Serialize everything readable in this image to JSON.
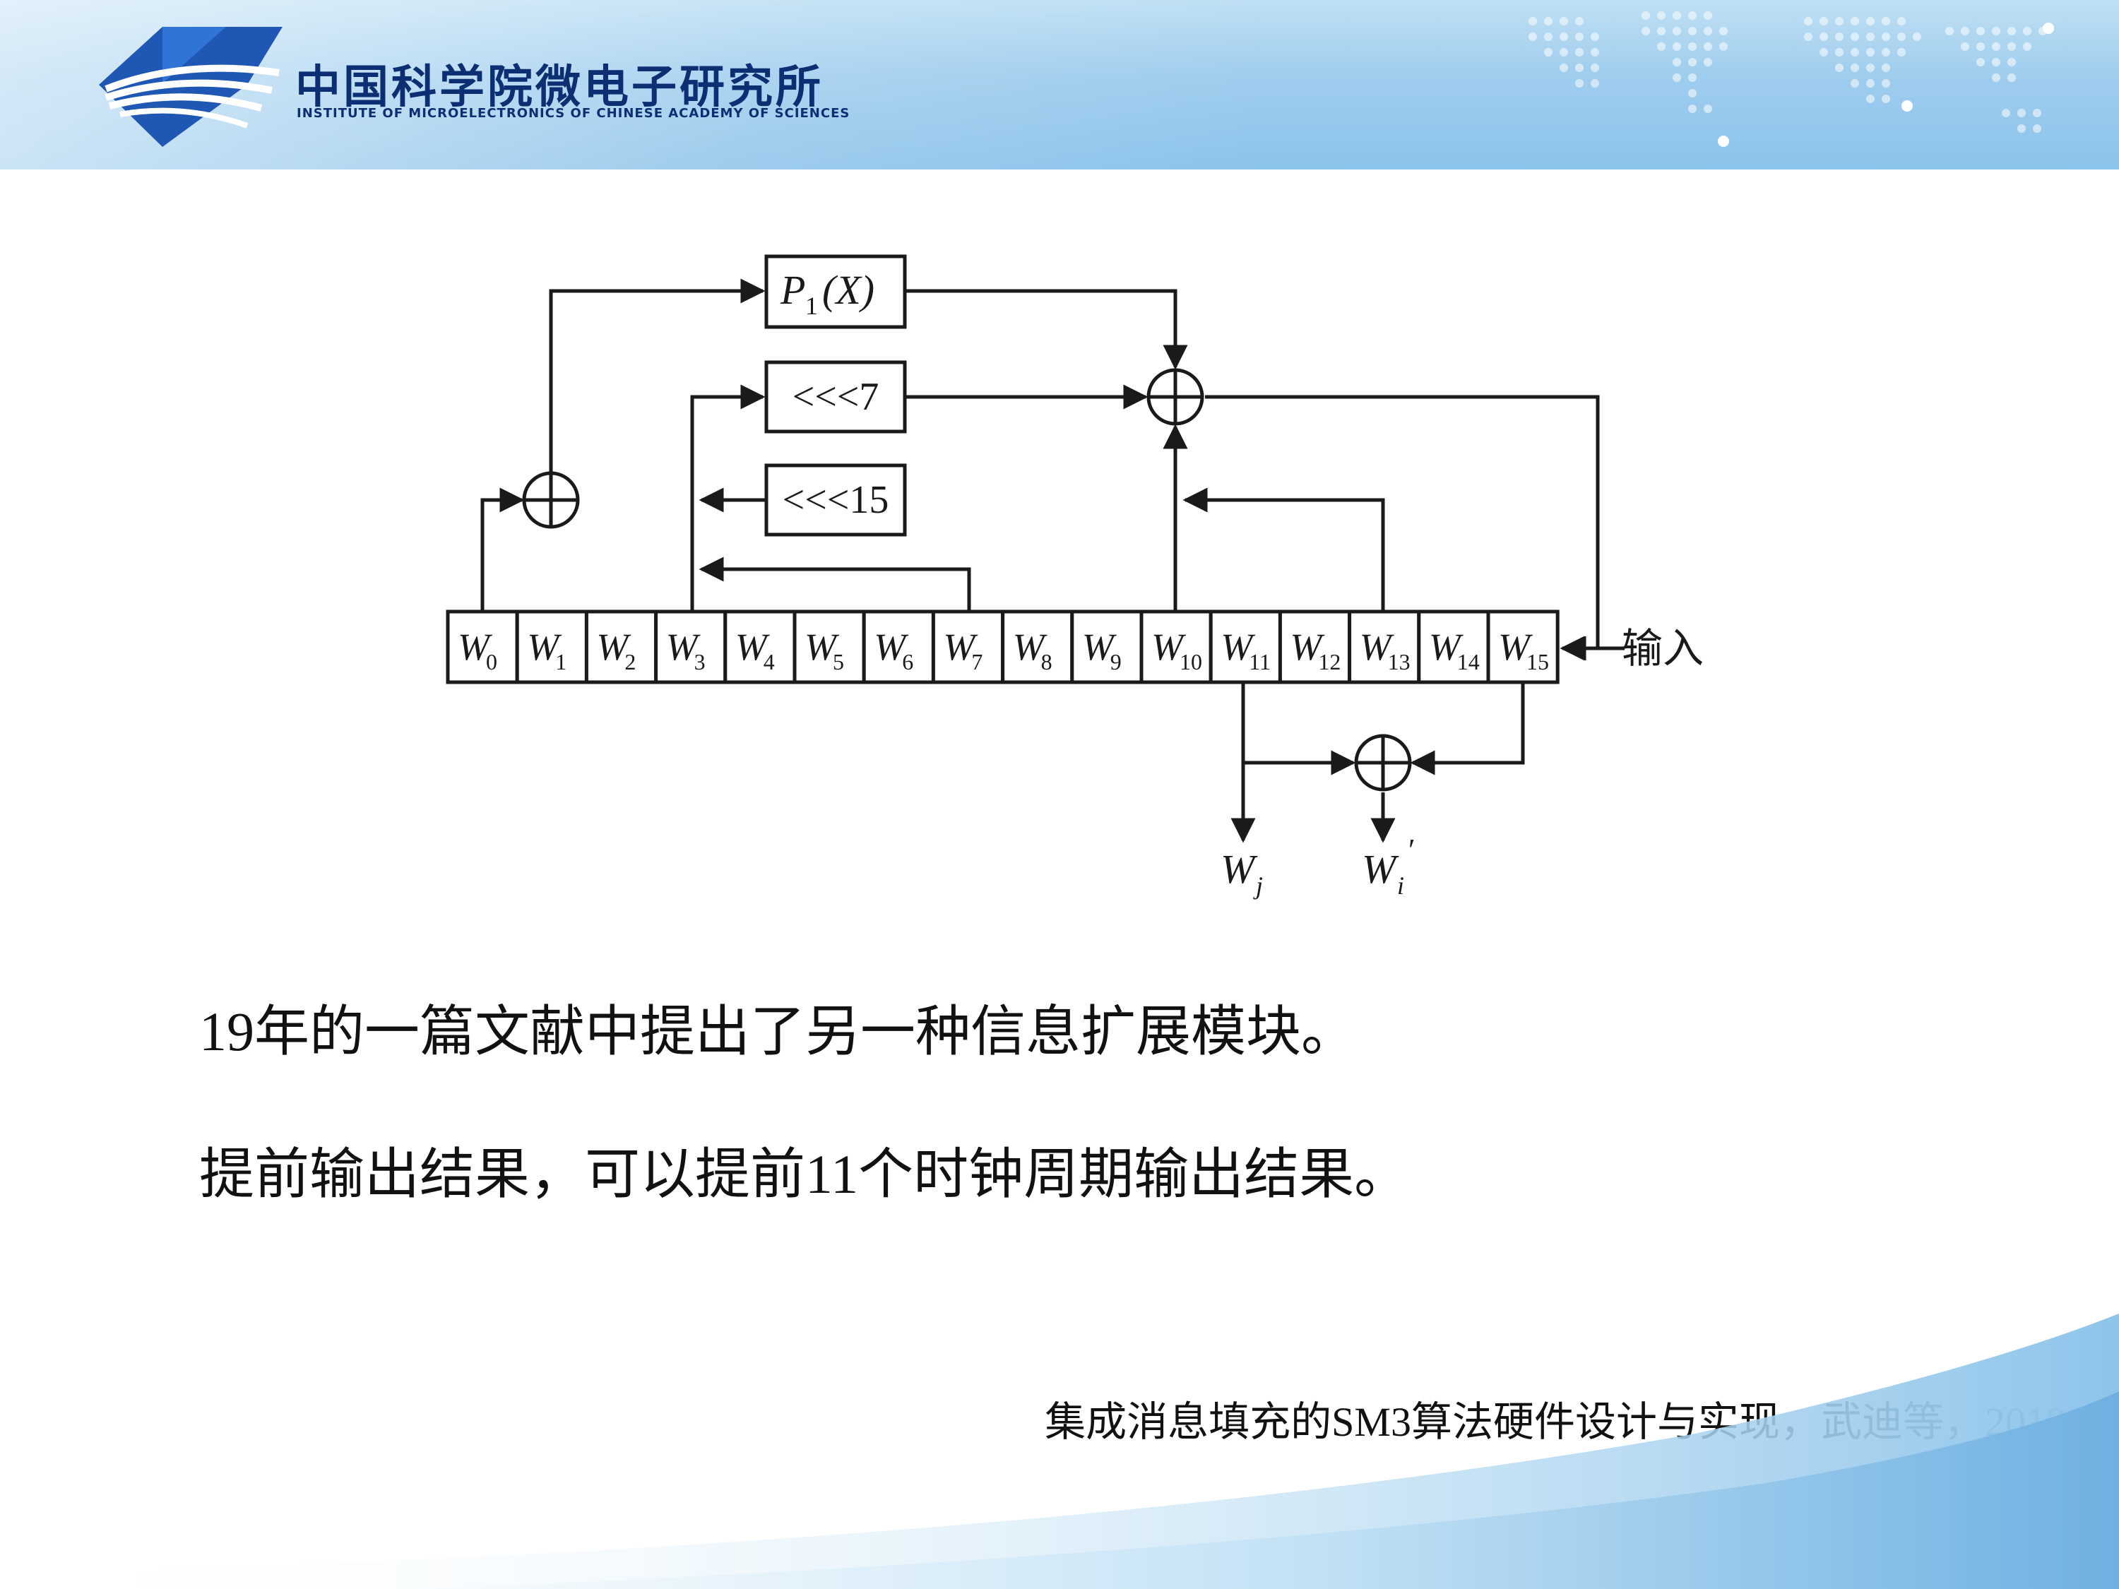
{
  "header": {
    "institute_cn": "中国科学院微电子研究所",
    "institute_en": "INSTITUTE OF MICROELECTRONICS OF CHINESE ACADEMY OF SCIENCES",
    "logo_icon": "ime-cas-logo-icon",
    "accent_color": "#0c2f73"
  },
  "diagram": {
    "registers": [
      "W",
      "W",
      "W",
      "W",
      "W",
      "W",
      "W",
      "W",
      "W",
      "W",
      "W",
      "W",
      "W",
      "W",
      "W",
      "W"
    ],
    "register_subscripts": [
      "0",
      "1",
      "2",
      "3",
      "4",
      "5",
      "6",
      "7",
      "8",
      "9",
      "10",
      "11",
      "12",
      "13",
      "14",
      "15"
    ],
    "p1_box": {
      "main": "P",
      "sub": "1",
      "arg": "(X)"
    },
    "rot7": "<<<7",
    "rot15": "<<<15",
    "input_label": "输入",
    "output_wj": {
      "main": "W",
      "sub": "j"
    },
    "output_wi": {
      "main": "W",
      "sub": "i",
      "prime": "′"
    }
  },
  "body": {
    "line1": "19年的一篇文献中提出了另一种信息扩展模块。",
    "line2": "提前输出结果，可以提前11个时钟周期输出结果。"
  },
  "citation": "集成消息填充的SM3算法硬件设计与实现，武迪等，2019"
}
